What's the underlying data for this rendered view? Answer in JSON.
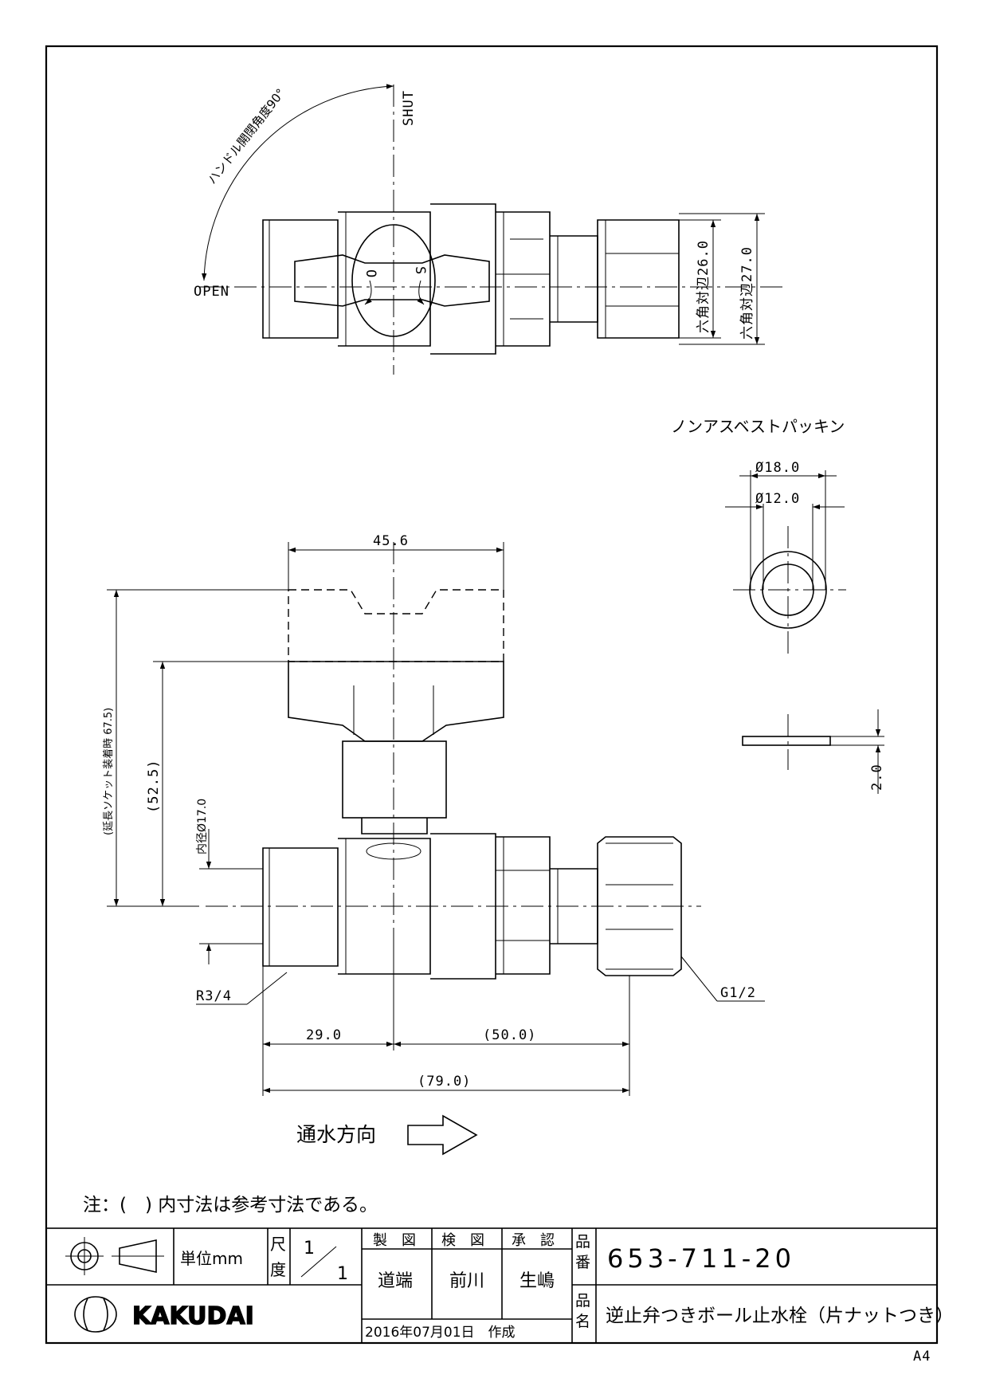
{
  "labels": {
    "shut": "SHUT",
    "open": "OPEN",
    "handle_angle": "ハンドル開閉角度90°",
    "handle_o": "O",
    "handle_s": "S",
    "hex_26": "六角対辺26.0",
    "hex_27": "六角対辺27.0",
    "packing_title": "ノンアスベストパッキン",
    "packing_outer": "Ø18.0",
    "packing_inner": "Ø12.0",
    "packing_thickness": "2.0",
    "width_456": "45.6",
    "height_675": "(延長ソケット装着時 67.5)",
    "height_525": "(52.5)",
    "bore": "内径Ø17.0",
    "thread_inlet": "R3/4",
    "thread_outlet": "G1/2",
    "len_29": "29.0",
    "len_50": "(50.0)",
    "len_79": "(79.0)",
    "flow_direction": "通水方向",
    "note": "注：(　) 内寸法は参考寸法である。",
    "sheet_size": "A4"
  },
  "titleblock": {
    "unit": "単位mm",
    "scale_label_1": "尺",
    "scale_label_2": "度",
    "scale_num": "1",
    "scale_den": "1",
    "made_label": "製　図",
    "check_label": "検　図",
    "approve_label": "承　認",
    "made_by": "道端",
    "checked_by": "前川",
    "approved_by": "生嶋",
    "part_no_label_1": "品",
    "part_no_label_2": "番",
    "part_no": "653-711-20",
    "name_label_1": "品",
    "name_label_2": "名",
    "product_name": "逆止弁つきボール止水栓（片ナットつき）",
    "date": "2016年07月01日　作成",
    "brand": "KAKUDAI"
  }
}
